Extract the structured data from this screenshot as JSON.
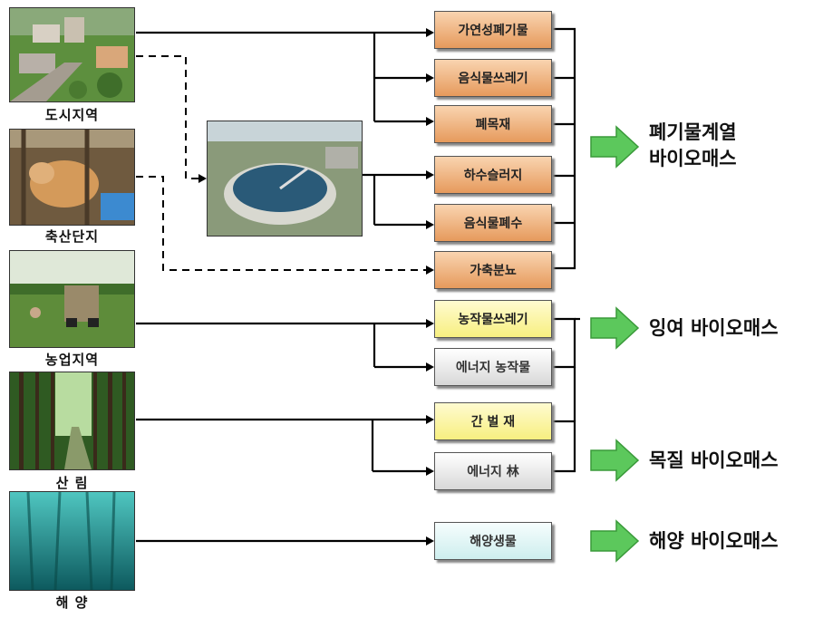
{
  "sources": [
    {
      "id": "city",
      "label": "도시지역",
      "icon": "city-aerial-photo"
    },
    {
      "id": "livestock",
      "label": "축산단지",
      "icon": "cattle-photo"
    },
    {
      "id": "farm",
      "label": "농업지역",
      "icon": "farm-field-photo"
    },
    {
      "id": "forest",
      "label": "산  림",
      "icon": "forest-photo"
    },
    {
      "id": "ocean",
      "label": "해  양",
      "icon": "ocean-kelp-photo"
    }
  ],
  "plant": {
    "icon": "sewage-treatment-plant-photo"
  },
  "boxes": [
    {
      "id": "combustible-waste",
      "label": "가연성폐기물",
      "style": "orange"
    },
    {
      "id": "food-waste",
      "label": "음식물쓰레기",
      "style": "orange"
    },
    {
      "id": "waste-wood",
      "label": "폐목재",
      "style": "orange"
    },
    {
      "id": "sewage-sludge",
      "label": "하수슬러지",
      "style": "orange"
    },
    {
      "id": "food-wastewater",
      "label": "음식물폐수",
      "style": "orange"
    },
    {
      "id": "livestock-manure",
      "label": "가축분뇨",
      "style": "orange"
    },
    {
      "id": "crop-residue",
      "label": "농작물쓰레기",
      "style": "yellow"
    },
    {
      "id": "energy-crops",
      "label": "에너지 농작물",
      "style": "grey"
    },
    {
      "id": "thinning-wood",
      "label": "간 벌 재",
      "style": "yellow"
    },
    {
      "id": "energy-forest",
      "label": "에너지 林",
      "style": "grey"
    },
    {
      "id": "marine-organisms",
      "label": "해양생물",
      "style": "aqua"
    }
  ],
  "results": [
    {
      "id": "waste-biomass",
      "lines": [
        "폐기물계열",
        "바이오매스"
      ]
    },
    {
      "id": "surplus-biomass",
      "lines": [
        "잉여 바이오매스"
      ]
    },
    {
      "id": "woody-biomass",
      "lines": [
        "목질 바이오매스"
      ]
    },
    {
      "id": "marine-biomass",
      "lines": [
        "해양 바이오매스"
      ]
    }
  ],
  "colors": {
    "arrow": "#5cc85c",
    "line": "#000000",
    "orange": "#e69a5c",
    "yellow": "#f7ef80"
  }
}
